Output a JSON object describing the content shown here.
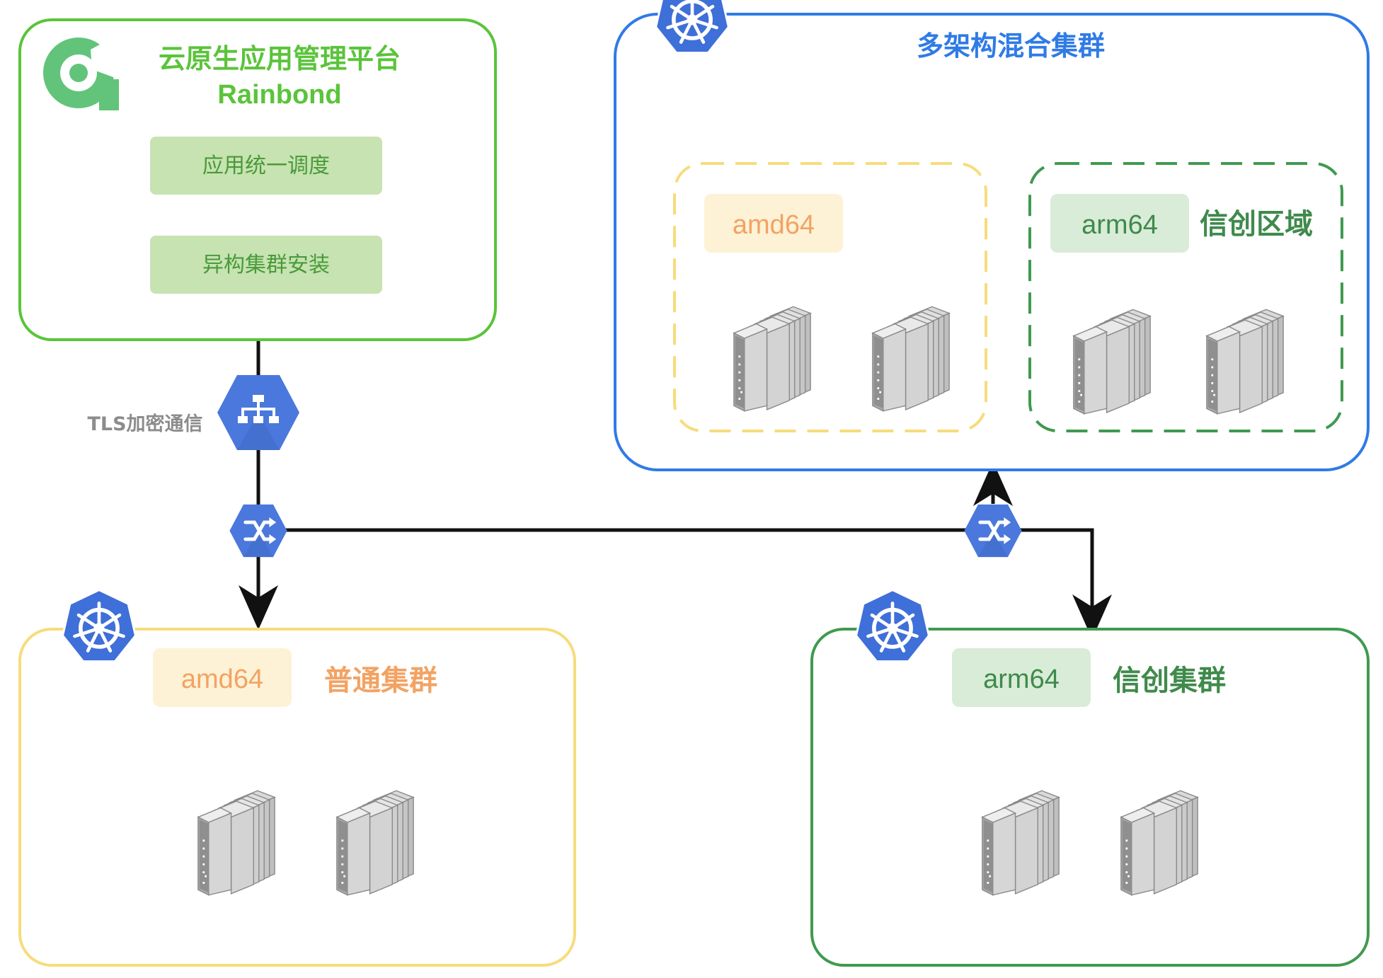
{
  "platform": {
    "title": "云原生应用管理平台",
    "subtitle": "Rainbond",
    "features": [
      "应用统一调度",
      "异构集群安装"
    ],
    "color": "#5ac43a"
  },
  "connection": {
    "label": "TLS加密通信"
  },
  "mixed_cluster": {
    "title": "多架构混合集群",
    "color": "#2f7be6",
    "zone_amd": {
      "arch_label": "amd64"
    },
    "zone_arm": {
      "arch_label": "arm64",
      "title": "信创区域"
    }
  },
  "normal_cluster": {
    "arch_label": "amd64",
    "title": "普通集群",
    "color": "#f7dc7c"
  },
  "xinchuang_cluster": {
    "arch_label": "arm64",
    "title": "信创集群",
    "color": "#3f9a4f"
  },
  "colors": {
    "amd_text": "#f2a363",
    "amd_tag_bg": "#fdf2d6",
    "arm_text": "#3f8a4b",
    "arm_tag_bg": "#d9ecd8",
    "feature_bg": "#c6e3b1",
    "feature_text": "#4a9a3a",
    "gcp_blue": "#4a78dc",
    "line": "#111111"
  },
  "icons": [
    "rainbond-logo-icon",
    "kubernetes-icon",
    "load-balancer-icon",
    "switch-icon",
    "server-icon"
  ]
}
